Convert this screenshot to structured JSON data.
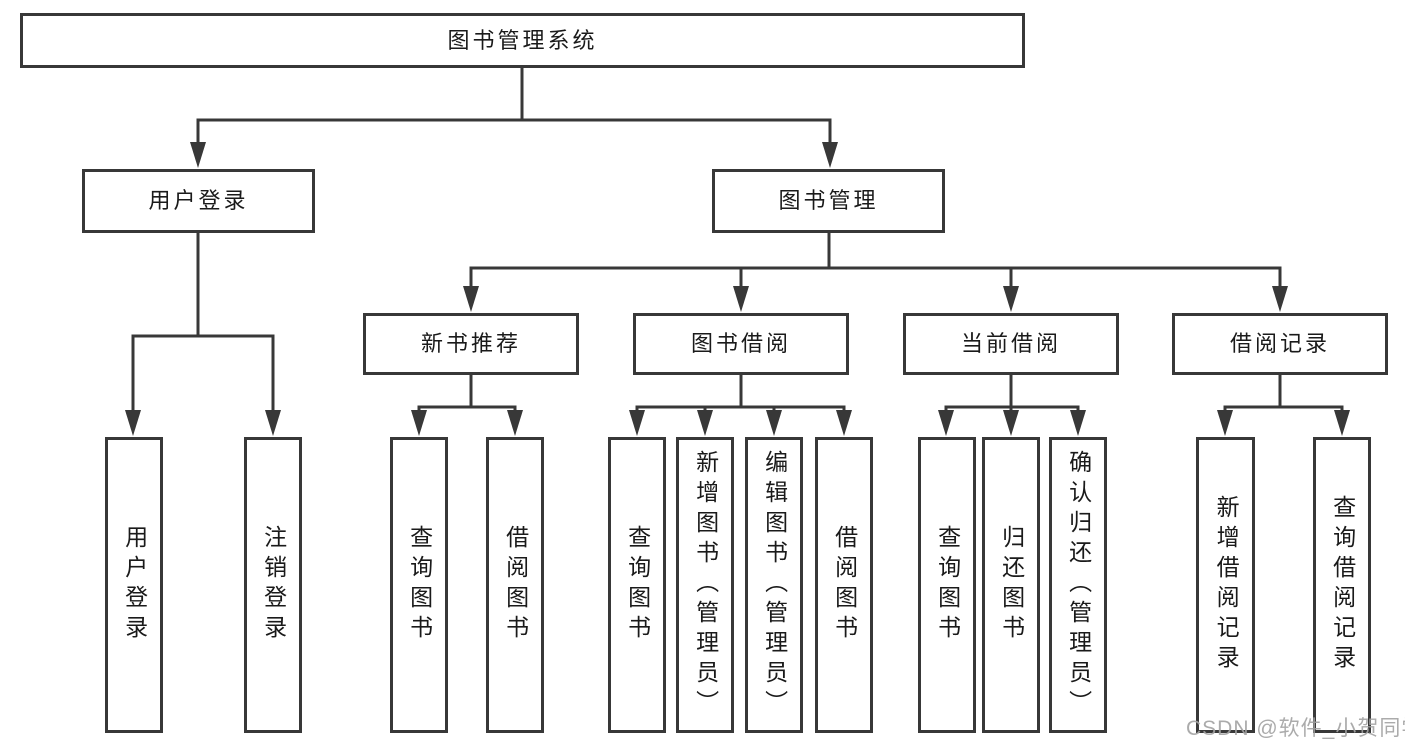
{
  "diagram": {
    "root": {
      "label": "图书管理系统"
    },
    "branches": [
      {
        "label": "用户登录",
        "leaves": [
          "用户登录",
          "注销登录"
        ]
      },
      {
        "label": "图书管理",
        "children": [
          {
            "label": "新书推荐",
            "leaves": [
              "查询图书",
              "借阅图书"
            ]
          },
          {
            "label": "图书借阅",
            "leaves": [
              "查询图书",
              "新增图书（管理员）",
              "编辑图书（管理员）",
              "借阅图书"
            ]
          },
          {
            "label": "当前借阅",
            "leaves": [
              "查询图书",
              "归还图书",
              "确认归还（管理员）"
            ]
          },
          {
            "label": "借阅记录",
            "leaves": [
              "新增借阅记录",
              "查询借阅记录"
            ]
          }
        ]
      }
    ]
  },
  "watermark": {
    "text": "CSDN @软件_小贺同学",
    "color": "#a3a3a3"
  },
  "colors": {
    "line": "#383838",
    "text": "#1a1a1a",
    "box_bg": "#ffffff",
    "page_bg": "#ffffff"
  }
}
